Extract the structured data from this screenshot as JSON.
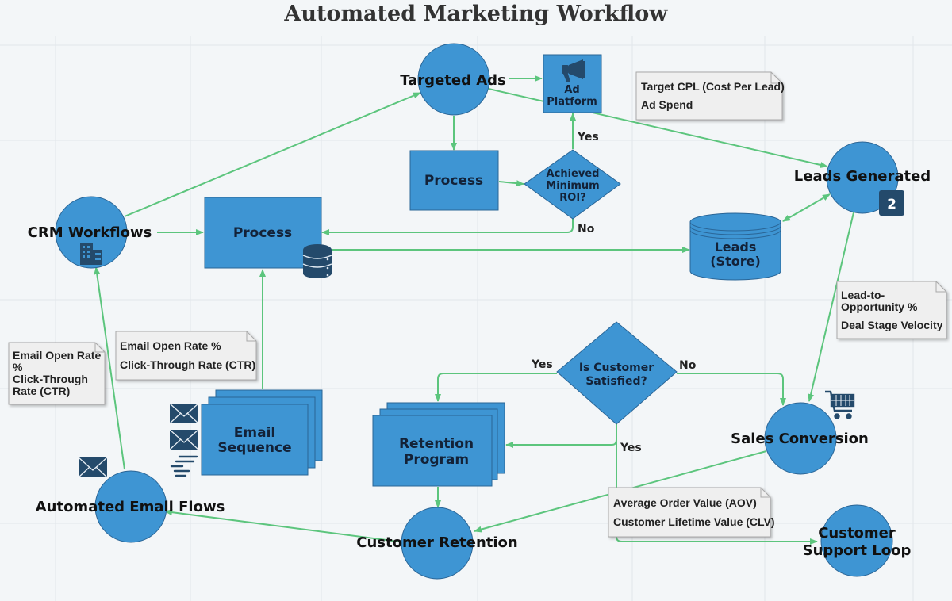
{
  "title": "Automated Marketing Workflow",
  "colors": {
    "node_fill": "#3e95d3",
    "node_stroke": "#2a6596",
    "icon_dark": "#244a6b",
    "edge": "#5cc57d",
    "note_fill": "#efefef",
    "note_stroke": "#a8a8a8",
    "grid": "#e2e6ea"
  },
  "nodes": {
    "targeted_ads": {
      "label": "Targeted Ads"
    },
    "ad_platform": {
      "label_line1": "Ad",
      "label_line2": "Platform",
      "icon": "megaphone-icon"
    },
    "process_top": {
      "label": "Process"
    },
    "roi_decision": {
      "line1": "Achieved",
      "line2": "Minimum",
      "line3": "ROI?"
    },
    "leads_generated": {
      "label": "Leads Generated",
      "badge": "2"
    },
    "crm_workflows": {
      "label": "CRM Workflows",
      "icon": "building-icon"
    },
    "process_main": {
      "label": "Process",
      "icon": "database-icon"
    },
    "leads_store": {
      "line1": "Leads",
      "line2": "(Store)"
    },
    "email_sequence": {
      "line1": "Email",
      "line2": "Sequence",
      "icons": [
        "envelope-icon",
        "envelope-icon",
        "speed-lines-icon"
      ]
    },
    "satisfied_decision": {
      "line1": "Is Customer",
      "line2": "Satisfied?"
    },
    "retention_program": {
      "line1": "Retention",
      "line2": "Program"
    },
    "sales_conversion": {
      "label": "Sales Conversion",
      "icon": "cart-icon"
    },
    "automated_email_flows": {
      "label": "Automated Email Flows",
      "icon": "envelope-icon"
    },
    "customer_retention": {
      "label": "Customer Retention"
    },
    "customer_support_loop": {
      "line1": "Customer",
      "line2": "Support Loop"
    }
  },
  "edge_labels": {
    "roi_yes": "Yes",
    "roi_no": "No",
    "satisfied_yes_left": "Yes",
    "satisfied_no": "No",
    "satisfied_yes_down": "Yes"
  },
  "notes": {
    "ads_metrics": [
      "Target CPL (Cost Per Lead)",
      "Ad Spend"
    ],
    "lead_metrics": [
      "Lead-to-",
      "Opportunity %",
      "Deal Stage Velocity"
    ],
    "email_metrics_center": [
      "Email Open Rate %",
      "Click-Through Rate (CTR)"
    ],
    "email_metrics_left": [
      "Email Open Rate",
      "%",
      "Click-Through",
      "Rate (CTR)"
    ],
    "value_metrics": [
      "Average Order Value (AOV)",
      "Customer Lifetime Value (CLV)"
    ]
  }
}
